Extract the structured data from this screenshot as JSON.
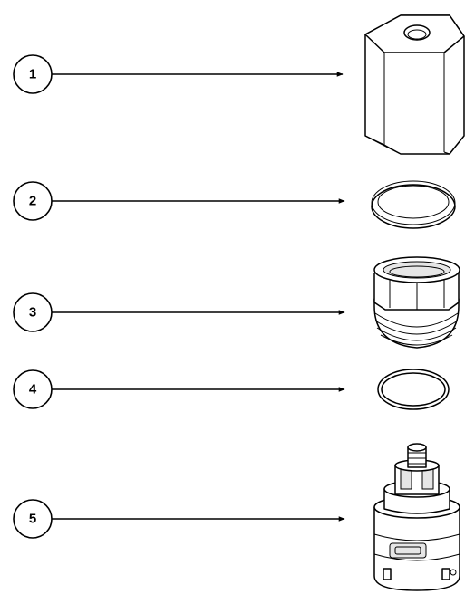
{
  "callouts": [
    {
      "number": "1",
      "part_icon": "hex-cap-icon"
    },
    {
      "number": "2",
      "part_icon": "flat-ring-icon"
    },
    {
      "number": "3",
      "part_icon": "threaded-nut-icon"
    },
    {
      "number": "4",
      "part_icon": "o-ring-icon"
    },
    {
      "number": "5",
      "part_icon": "valve-cartridge-icon"
    }
  ],
  "colors": {
    "line": "#000000",
    "background": "#ffffff",
    "shade": "#e6e6e6"
  }
}
